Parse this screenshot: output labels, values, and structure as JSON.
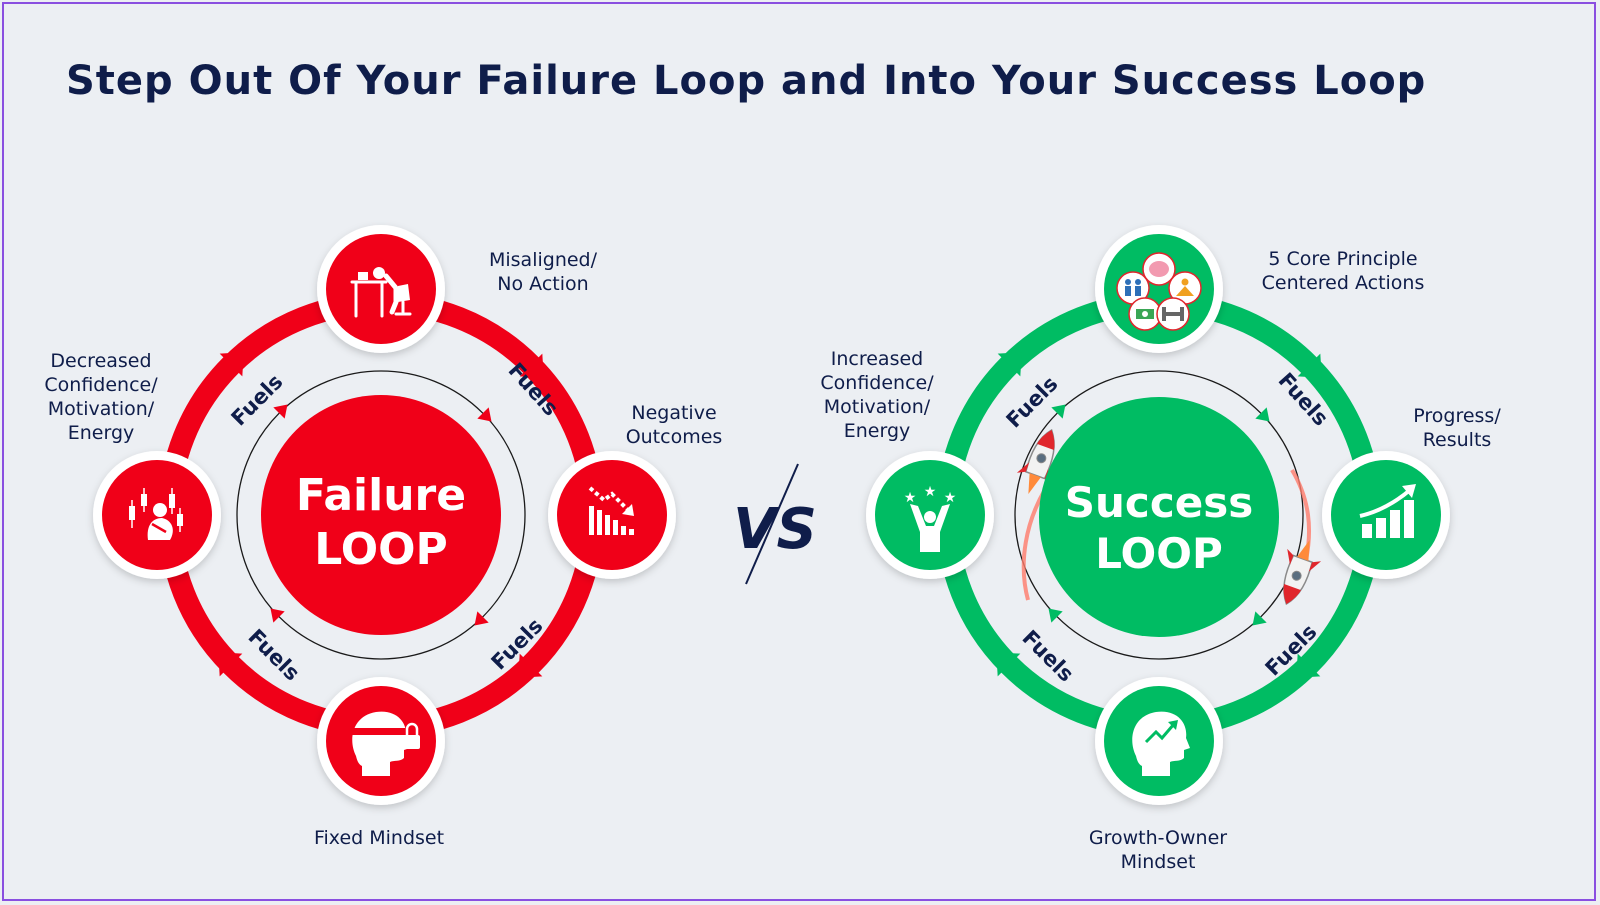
{
  "title": "Step Out Of Your Failure Loop and Into Your Success Loop",
  "vs_text": "VS",
  "colors": {
    "background": "#eceff3",
    "border": "#8a4fe0",
    "title": "#0f1d4a",
    "failure_red": "#f00018",
    "success_green": "#00bc63",
    "text_navy": "#0f1d4a"
  },
  "failure_loop": {
    "center_line1": "Failure",
    "center_line2": "LOOP",
    "fuels_label": "Fuels",
    "nodes": {
      "top": {
        "label_lines": [
          "Misaligned/",
          "No Action"
        ],
        "icon": "person-slumped-at-desk-icon"
      },
      "right": {
        "label_lines": [
          "Negative",
          "Outcomes"
        ],
        "icon": "declining-chart-icon"
      },
      "bottom": {
        "label_lines": [
          "Fixed Mindset"
        ],
        "icon": "locked-head-icon"
      },
      "left": {
        "label_lines": [
          "Decreased",
          "Confidence/",
          "Motivation/",
          "Energy"
        ],
        "icon": "sad-person-falling-candles-icon"
      }
    }
  },
  "success_loop": {
    "center_line1": "Success",
    "center_line2": "LOOP",
    "fuels_label": "Fuels",
    "nodes": {
      "top": {
        "label_lines": [
          "5 Core Principle",
          "Centered Actions"
        ],
        "icon": "five-core-principles-icon"
      },
      "right": {
        "label_lines": [
          "Progress/",
          "Results"
        ],
        "icon": "rising-chart-icon"
      },
      "bottom": {
        "label_lines": [
          "Growth-Owner",
          "Mindset"
        ],
        "icon": "growth-head-icon"
      },
      "left": {
        "label_lines": [
          "Increased",
          "Confidence/",
          "Motivation/",
          "Energy"
        ],
        "icon": "celebrating-person-stars-icon"
      }
    }
  }
}
